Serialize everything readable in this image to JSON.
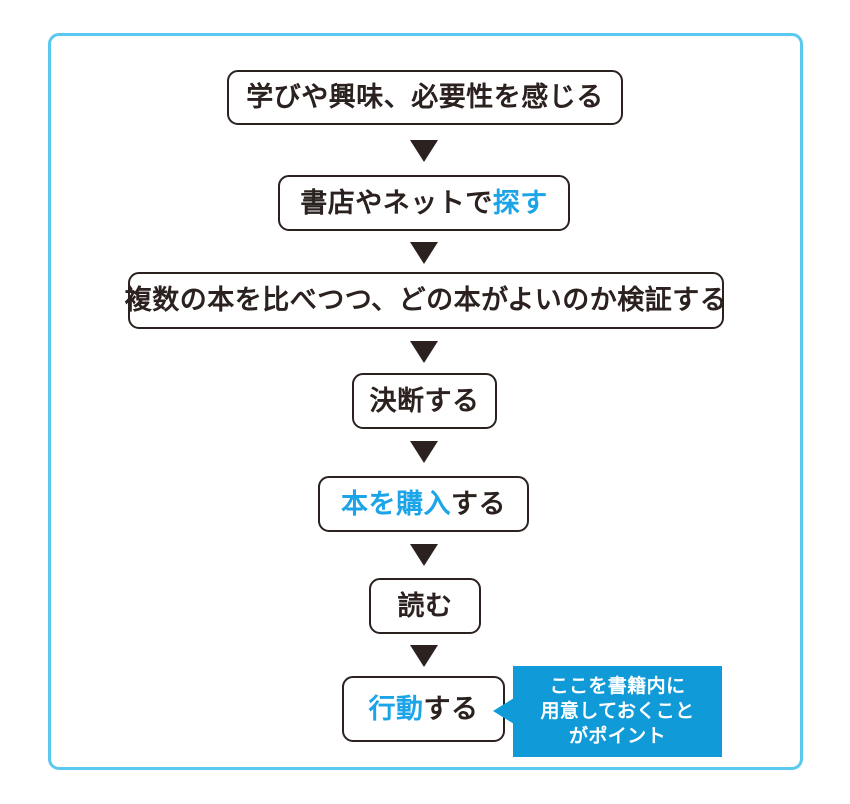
{
  "frame": {
    "border_color": "#5bc8f0"
  },
  "colors": {
    "text_dark": "#2b2220",
    "accent_blue": "#1ba5e8",
    "callout_bg": "#109bd8",
    "callout_text": "#ffffff",
    "frame_border": "#5bc8f0",
    "box_border": "#2b2220",
    "box_fill": "#ffffff",
    "arrow_fill": "#2b2220"
  },
  "flow": {
    "steps": [
      {
        "id": "step-1",
        "plain_prefix": "学びや興味、必要性を感じる",
        "accent": "",
        "plain_suffix": "",
        "full_text": "学びや興味、必要性を感じる"
      },
      {
        "id": "step-2",
        "plain_prefix": "書店やネットで",
        "accent": "探す",
        "plain_suffix": "",
        "full_text": "書店やネットで探す"
      },
      {
        "id": "step-3",
        "plain_prefix": "複数の本を比べつつ、どの本がよいのか検証する",
        "accent": "",
        "plain_suffix": "",
        "full_text": "複数の本を比べつつ、どの本がよいのか検証する"
      },
      {
        "id": "step-4",
        "plain_prefix": "決断する",
        "accent": "",
        "plain_suffix": "",
        "full_text": "決断する"
      },
      {
        "id": "step-5",
        "plain_prefix": "",
        "accent": "本を購入",
        "plain_suffix": "する",
        "full_text": "本を購入する"
      },
      {
        "id": "step-6",
        "plain_prefix": "読む",
        "accent": "",
        "plain_suffix": "",
        "full_text": "読む"
      },
      {
        "id": "step-7",
        "plain_prefix": "",
        "accent": "行動",
        "plain_suffix": "する",
        "full_text": "行動する"
      }
    ],
    "connectors": [
      {
        "id": "connector-1",
        "icon": "triangle-down-icon"
      },
      {
        "id": "connector-2",
        "icon": "triangle-down-icon"
      },
      {
        "id": "connector-3",
        "icon": "triangle-down-icon"
      },
      {
        "id": "connector-4",
        "icon": "triangle-down-icon"
      },
      {
        "id": "connector-5",
        "icon": "triangle-down-icon"
      },
      {
        "id": "connector-6",
        "icon": "triangle-down-icon"
      }
    ]
  },
  "callout": {
    "attached_to": "step-7",
    "pointer_icon": "triangle-left-icon",
    "lines": [
      "ここを書籍内に",
      "用意しておくこと",
      "がポイント"
    ],
    "full_text": "ここを書籍内に用意しておくことがポイント"
  }
}
